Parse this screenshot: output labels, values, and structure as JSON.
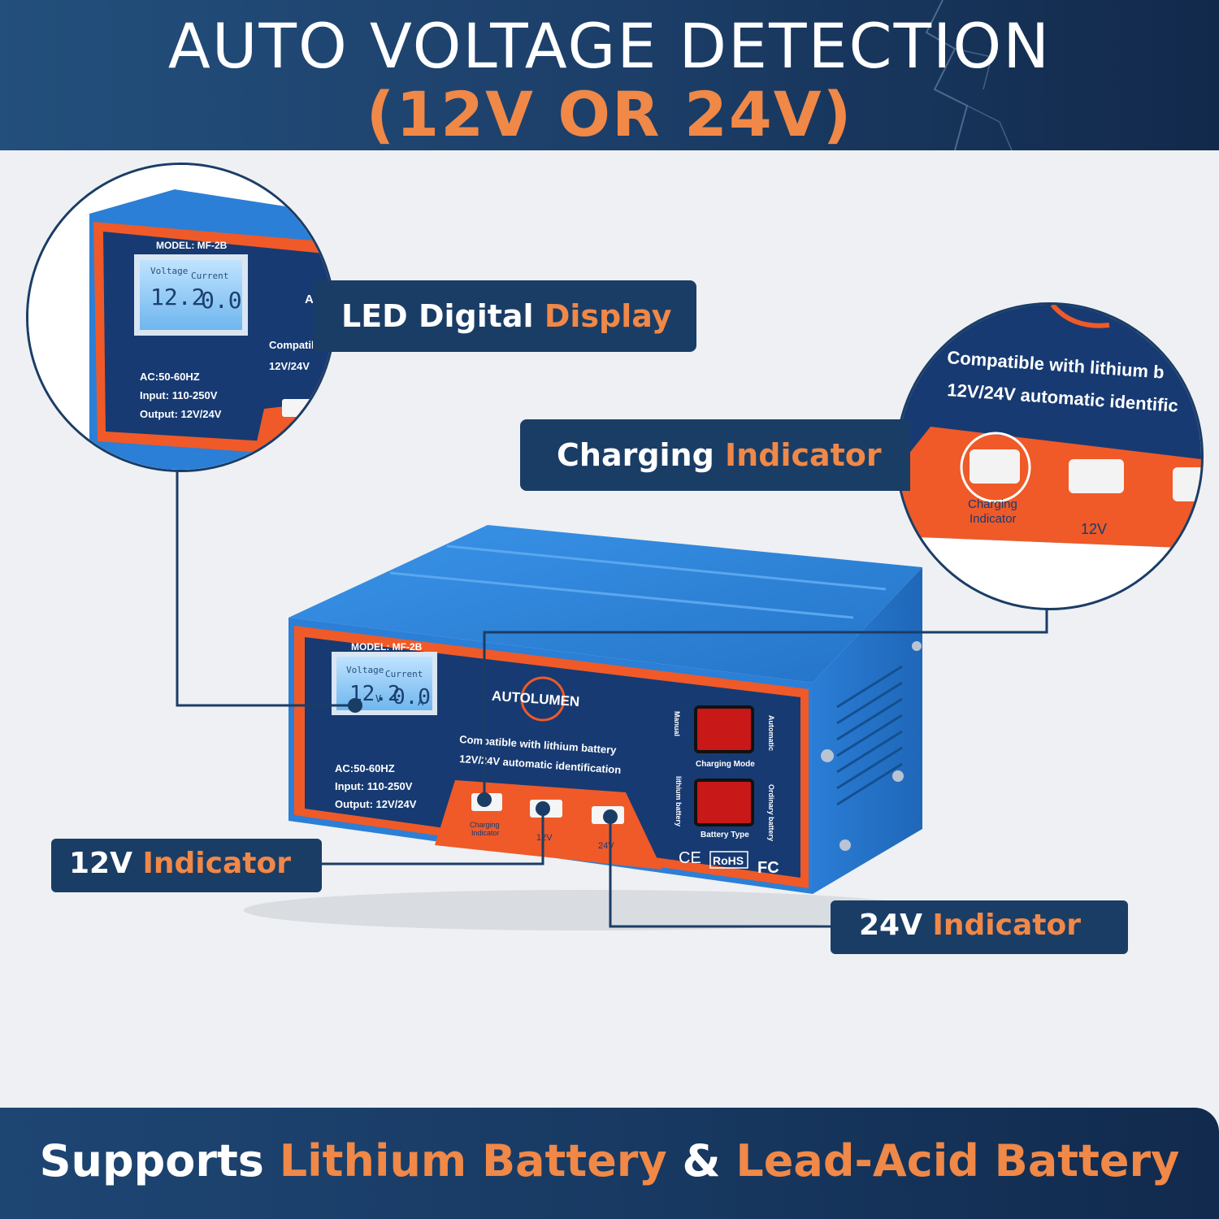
{
  "header": {
    "title": "AUTO VOLTAGE DETECTION",
    "subtitle": "(12V OR 24V)"
  },
  "callouts": {
    "led": {
      "part1": "LED Digital ",
      "part2": "Display"
    },
    "charging": {
      "part1": "Charging ",
      "part2": "Indicator"
    },
    "v12": {
      "part1": "12V ",
      "part2": "Indicator"
    },
    "v24": {
      "part1": "24V ",
      "part2": "Indicator"
    }
  },
  "device": {
    "model": "MODEL: MF-2B",
    "lcd_voltage_label": "Voltage",
    "lcd_current_label": "Current",
    "lcd_voltage_value": "12.2",
    "lcd_voltage_unit": "V",
    "lcd_current_value": "0.0",
    "lcd_current_unit": "A",
    "brand": "AUTOLUMEN",
    "feature1": "Compatible with lithium battery",
    "feature2": "12V/24V automatic identification",
    "spec_ac": "AC:50-60HZ",
    "spec_input": "Input: 110-250V",
    "spec_output": "Output: 12V/24V",
    "indicator_charging_1": "Charging",
    "indicator_charging_2": "Indicator",
    "indicator_12v": "12V",
    "indicator_24v": "24V",
    "switch_manual": "Manual",
    "switch_automatic": "Automatic",
    "switch_charging_mode": "Charging Mode",
    "switch_lithium": "lithium battery",
    "switch_ordinary": "Ordinary battery",
    "switch_battery_type": "Battery Type",
    "cert_ce": "CE",
    "cert_rohs": "RoHS",
    "cert_fc": "FC"
  },
  "zoom_left": {
    "model": "MODEL: MF-2B",
    "lcd_voltage_label": "Voltage",
    "lcd_current_label": "Current",
    "lcd_voltage_value": "12.2",
    "lcd_current_value": "0.0",
    "spec_ac": "AC:50-60HZ",
    "spec_input": "Input: 110-250V",
    "spec_output": "Output: 12V/24V",
    "brand_partial": "AU",
    "feature1_partial": "Compatil",
    "feature2_partial": "12V/24V"
  },
  "zoom_right": {
    "feature1": "Compatible with lithium b",
    "feature2": "12V/24V automatic identific",
    "indicator_charging_1": "Charging",
    "indicator_charging_2": "Indicator",
    "indicator_12v": "12V"
  },
  "footer": {
    "w1": "Supports ",
    "w2": "Lithium Battery",
    "w3": " & ",
    "w4": "Lead-Acid Battery"
  },
  "colors": {
    "navy": "#1a3d66",
    "orange": "#f08848",
    "device_blue": "#2d7fd6",
    "device_orange": "#ef5a28",
    "panel_dark": "#173a72"
  }
}
